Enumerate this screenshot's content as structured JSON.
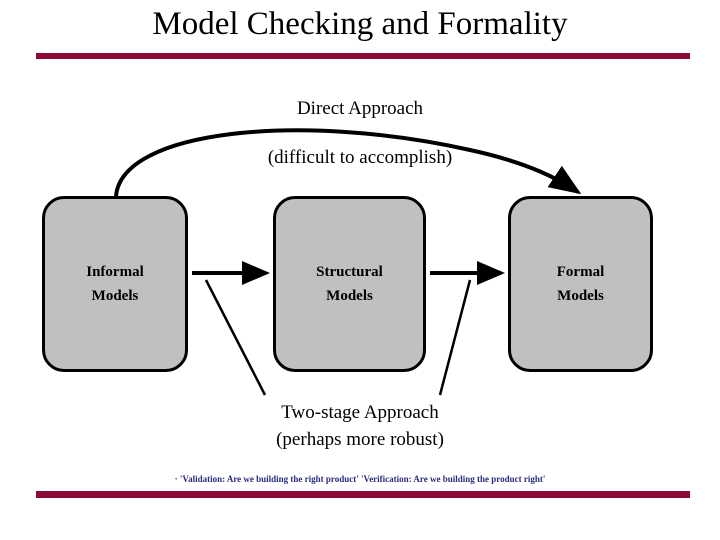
{
  "slide": {
    "title": "Model Checking and Formality",
    "background_color": "#FFFFFF",
    "rule_color": "#8C0B36",
    "box_fill_color": "#C0C0C0",
    "box_border_color": "#000000",
    "footnote_color": "#2B2B80"
  },
  "diagram": {
    "top_labels": {
      "line1": "Direct Approach",
      "line2": "(difficult to accomplish)"
    },
    "bottom_labels": {
      "line1": "Two-stage Approach",
      "line2": "(perhaps more robust)"
    },
    "boxes": [
      {
        "id": "informal",
        "line1": "Informal",
        "line2": "Models"
      },
      {
        "id": "structural",
        "line1": "Structural",
        "line2": "Models"
      },
      {
        "id": "formal",
        "line1": "Formal",
        "line2": "Models"
      }
    ],
    "connectors": [
      {
        "name": "arrow-informal-to-structural",
        "type": "straight-arrow"
      },
      {
        "name": "arrow-structural-to-formal",
        "type": "straight-arrow"
      },
      {
        "name": "arrow-direct-approach",
        "type": "curved-arrow"
      },
      {
        "name": "leader-line-left",
        "type": "line"
      },
      {
        "name": "leader-line-right",
        "type": "line"
      }
    ]
  },
  "footnote": {
    "bullet": "·",
    "text": "'Validation: Are we building the right product'   'Verification: Are we building the product right'"
  }
}
